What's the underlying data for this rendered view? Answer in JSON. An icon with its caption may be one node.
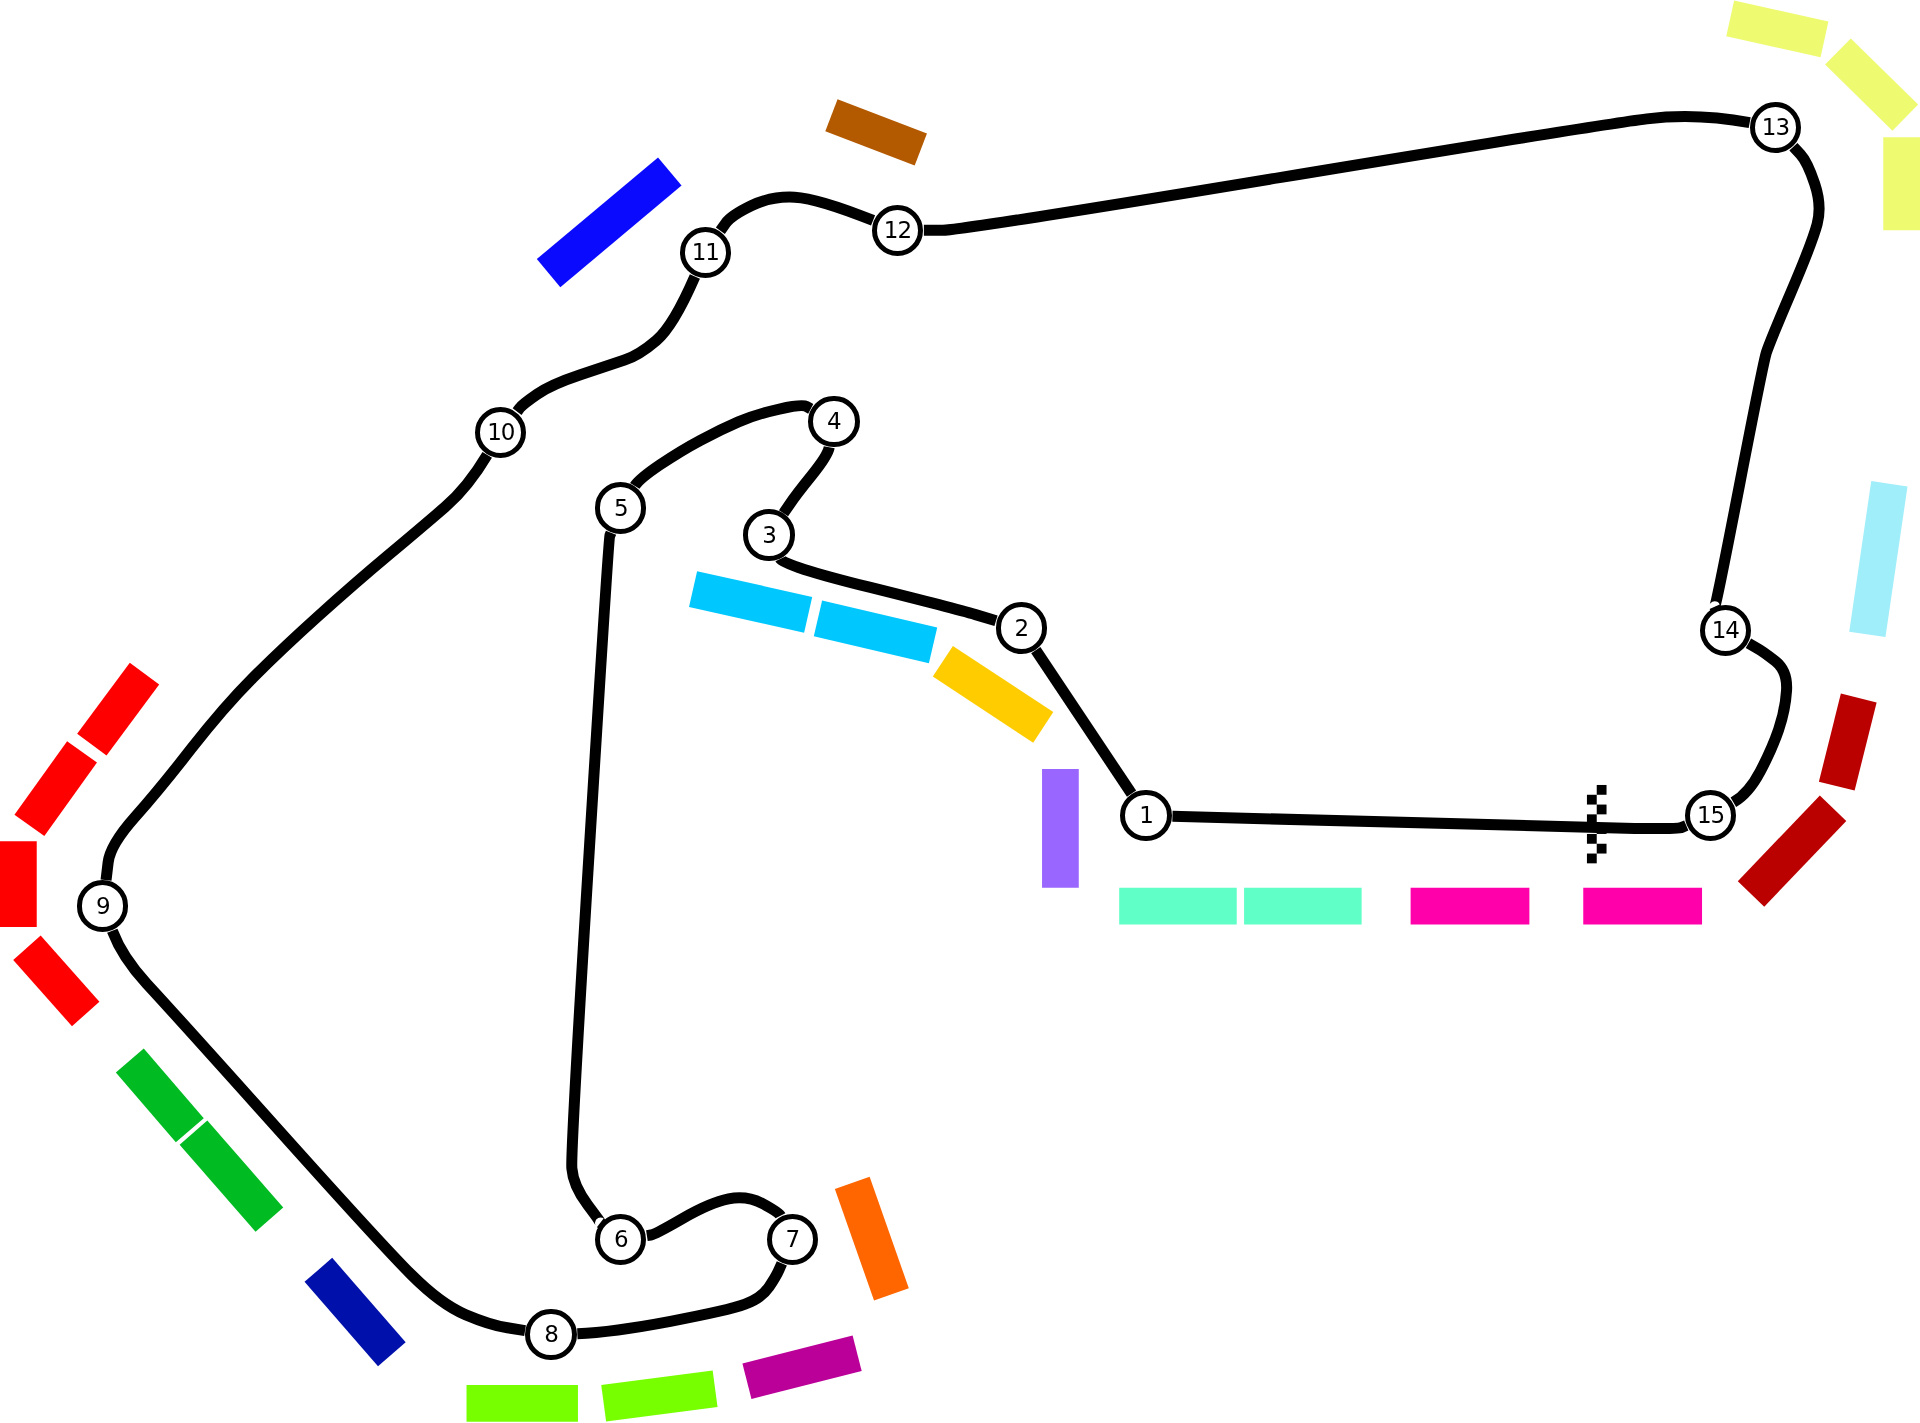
{
  "diagram": {
    "nodes": [
      {
        "text": [
          "1"
        ]
      },
      {
        "text": [
          "2"
        ]
      },
      {
        "text": [
          "3"
        ]
      },
      {
        "text": [
          "4"
        ]
      },
      {
        "text": [
          "5"
        ]
      },
      {
        "text": [
          "6"
        ]
      },
      {
        "text": [
          "7"
        ]
      },
      {
        "text": [
          "8"
        ]
      },
      {
        "text": [
          "9"
        ]
      },
      {
        "text": [
          "10"
        ]
      },
      {
        "text": [
          "11"
        ]
      },
      {
        "text": [
          "12"
        ]
      },
      {
        "text": [
          "13"
        ]
      },
      {
        "text": [
          "14"
        ]
      },
      {
        "text": [
          "15"
        ]
      },
      {
        "text": [],
        "shape": "bar"
      },
      {
        "text": [],
        "shape": "bar"
      },
      {
        "text": [],
        "shape": "bar"
      },
      {
        "text": [],
        "shape": "bar"
      },
      {
        "text": [],
        "shape": "bar"
      },
      {
        "text": [],
        "shape": "bar"
      },
      {
        "text": [],
        "shape": "bar"
      },
      {
        "text": [],
        "shape": "bar"
      },
      {
        "text": [],
        "shape": "bar"
      },
      {
        "text": [],
        "shape": "bar"
      },
      {
        "text": [],
        "shape": "bar"
      },
      {
        "text": [],
        "shape": "bar"
      },
      {
        "text": [],
        "shape": "bar"
      },
      {
        "text": [],
        "shape": "bar"
      },
      {
        "text": [],
        "shape": "bar"
      },
      {
        "text": [],
        "shape": "bar"
      },
      {
        "text": [],
        "shape": "bar"
      },
      {
        "text": [],
        "shape": "bar"
      },
      {
        "text": [],
        "shape": "bar"
      },
      {
        "text": [],
        "shape": "bar"
      },
      {
        "text": [],
        "shape": "bar"
      },
      {
        "text": [],
        "shape": "bar"
      },
      {
        "text": [],
        "shape": "bar"
      },
      {
        "text": [],
        "shape": "bar"
      },
      {
        "text": [],
        "shape": "bar"
      },
      {
        "text": [],
        "shape": "bar"
      },
      {
        "text": [],
        "shape": "bar"
      }
    ],
    "edges": [
      {
        "from": 0,
        "to": 1,
        "arrow": "none"
      },
      {
        "from": 1,
        "to": 2,
        "arrow": "none"
      },
      {
        "from": 2,
        "to": 3,
        "arrow": "none"
      },
      {
        "from": 3,
        "to": 4,
        "arrow": "none"
      },
      {
        "from": 4,
        "to": 5,
        "arrow": "none"
      },
      {
        "from": 5,
        "to": 6,
        "arrow": "none"
      },
      {
        "from": 6,
        "to": 7,
        "arrow": "none"
      },
      {
        "from": 7,
        "to": 8,
        "arrow": "none"
      },
      {
        "from": 8,
        "to": 9,
        "arrow": "none"
      },
      {
        "from": 9,
        "to": 10,
        "arrow": "none"
      },
      {
        "from": 10,
        "to": 11,
        "arrow": "none"
      },
      {
        "from": 11,
        "to": 12,
        "arrow": "none"
      },
      {
        "from": 12,
        "to": 13,
        "arrow": "none"
      },
      {
        "from": 13,
        "to": 14,
        "arrow": "none"
      },
      {
        "from": 14,
        "to": 0,
        "arrow": "none"
      }
    ]
  }
}
